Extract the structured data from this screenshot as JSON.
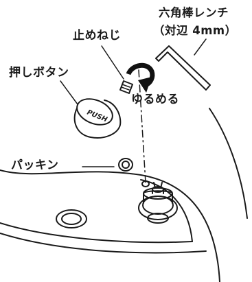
{
  "labels": {
    "hex_key_line1": "六角棒レンチ",
    "hex_key_line2": "（対辺 4mm）",
    "set_screw": "止めねじ",
    "push_button": "押しボタン",
    "loosen": "ゆるめる",
    "packing": "パッキン",
    "push_text": "PUSH"
  },
  "colors": {
    "line": "#1a1a1a",
    "arrow": "#111111",
    "background": "#ffffff"
  },
  "icons": {
    "rotation": "counterclockwise-arrow-icon",
    "tool": "hex-key-icon"
  }
}
